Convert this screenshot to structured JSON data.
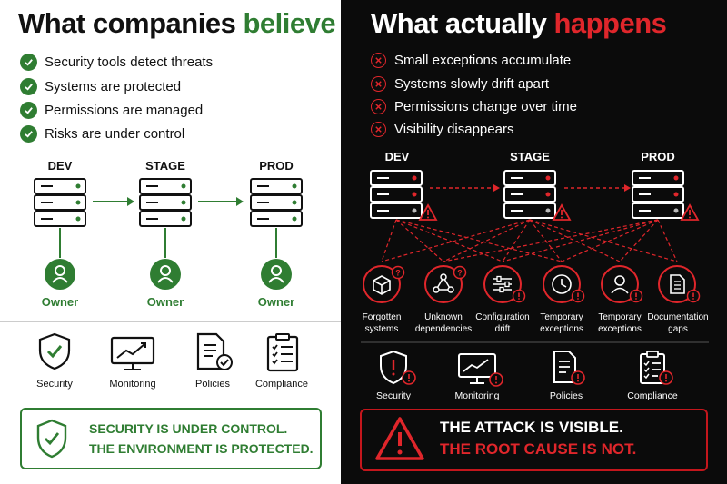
{
  "left": {
    "title_prefix": "What companies ",
    "title_highlight": "believe",
    "beliefs": [
      "Security tools detect threats",
      "Systems are protected",
      "Permissions are managed",
      "Risks are under control"
    ],
    "environments": [
      "DEV",
      "STAGE",
      "PROD"
    ],
    "owner_label": "Owner",
    "tools": [
      "Security",
      "Monitoring",
      "Policies",
      "Compliance"
    ],
    "conclusion_line1": "SECURITY IS UNDER CONTROL.",
    "conclusion_line2": "THE ENVIRONMENT IS PROTECTED."
  },
  "right": {
    "title_prefix": "What actually ",
    "title_highlight": "happens",
    "realities": [
      "Small exceptions accumulate",
      "Systems slowly drift apart",
      "Permissions change over time",
      "Visibility disappears"
    ],
    "environments": [
      "DEV",
      "STAGE",
      "PROD"
    ],
    "issues": [
      {
        "line1": "Forgotten",
        "line2": "systems"
      },
      {
        "line1": "Unknown",
        "line2": "dependencies"
      },
      {
        "line1": "Configuration",
        "line2": "drift"
      },
      {
        "line1": "Temporary",
        "line2": "exceptions"
      },
      {
        "line1": "Temporary",
        "line2": "exceptions"
      },
      {
        "line1": "Documentation",
        "line2": "gaps"
      }
    ],
    "tools": [
      "Security",
      "Monitoring",
      "Policies",
      "Compliance"
    ],
    "conclusion_line1": "THE ATTACK IS VISIBLE.",
    "conclusion_line2": "THE ROOT CAUSE IS NOT."
  },
  "colors": {
    "green": "#2f7d32",
    "red": "#e0262b",
    "dark_bg": "#0b0b0b"
  }
}
